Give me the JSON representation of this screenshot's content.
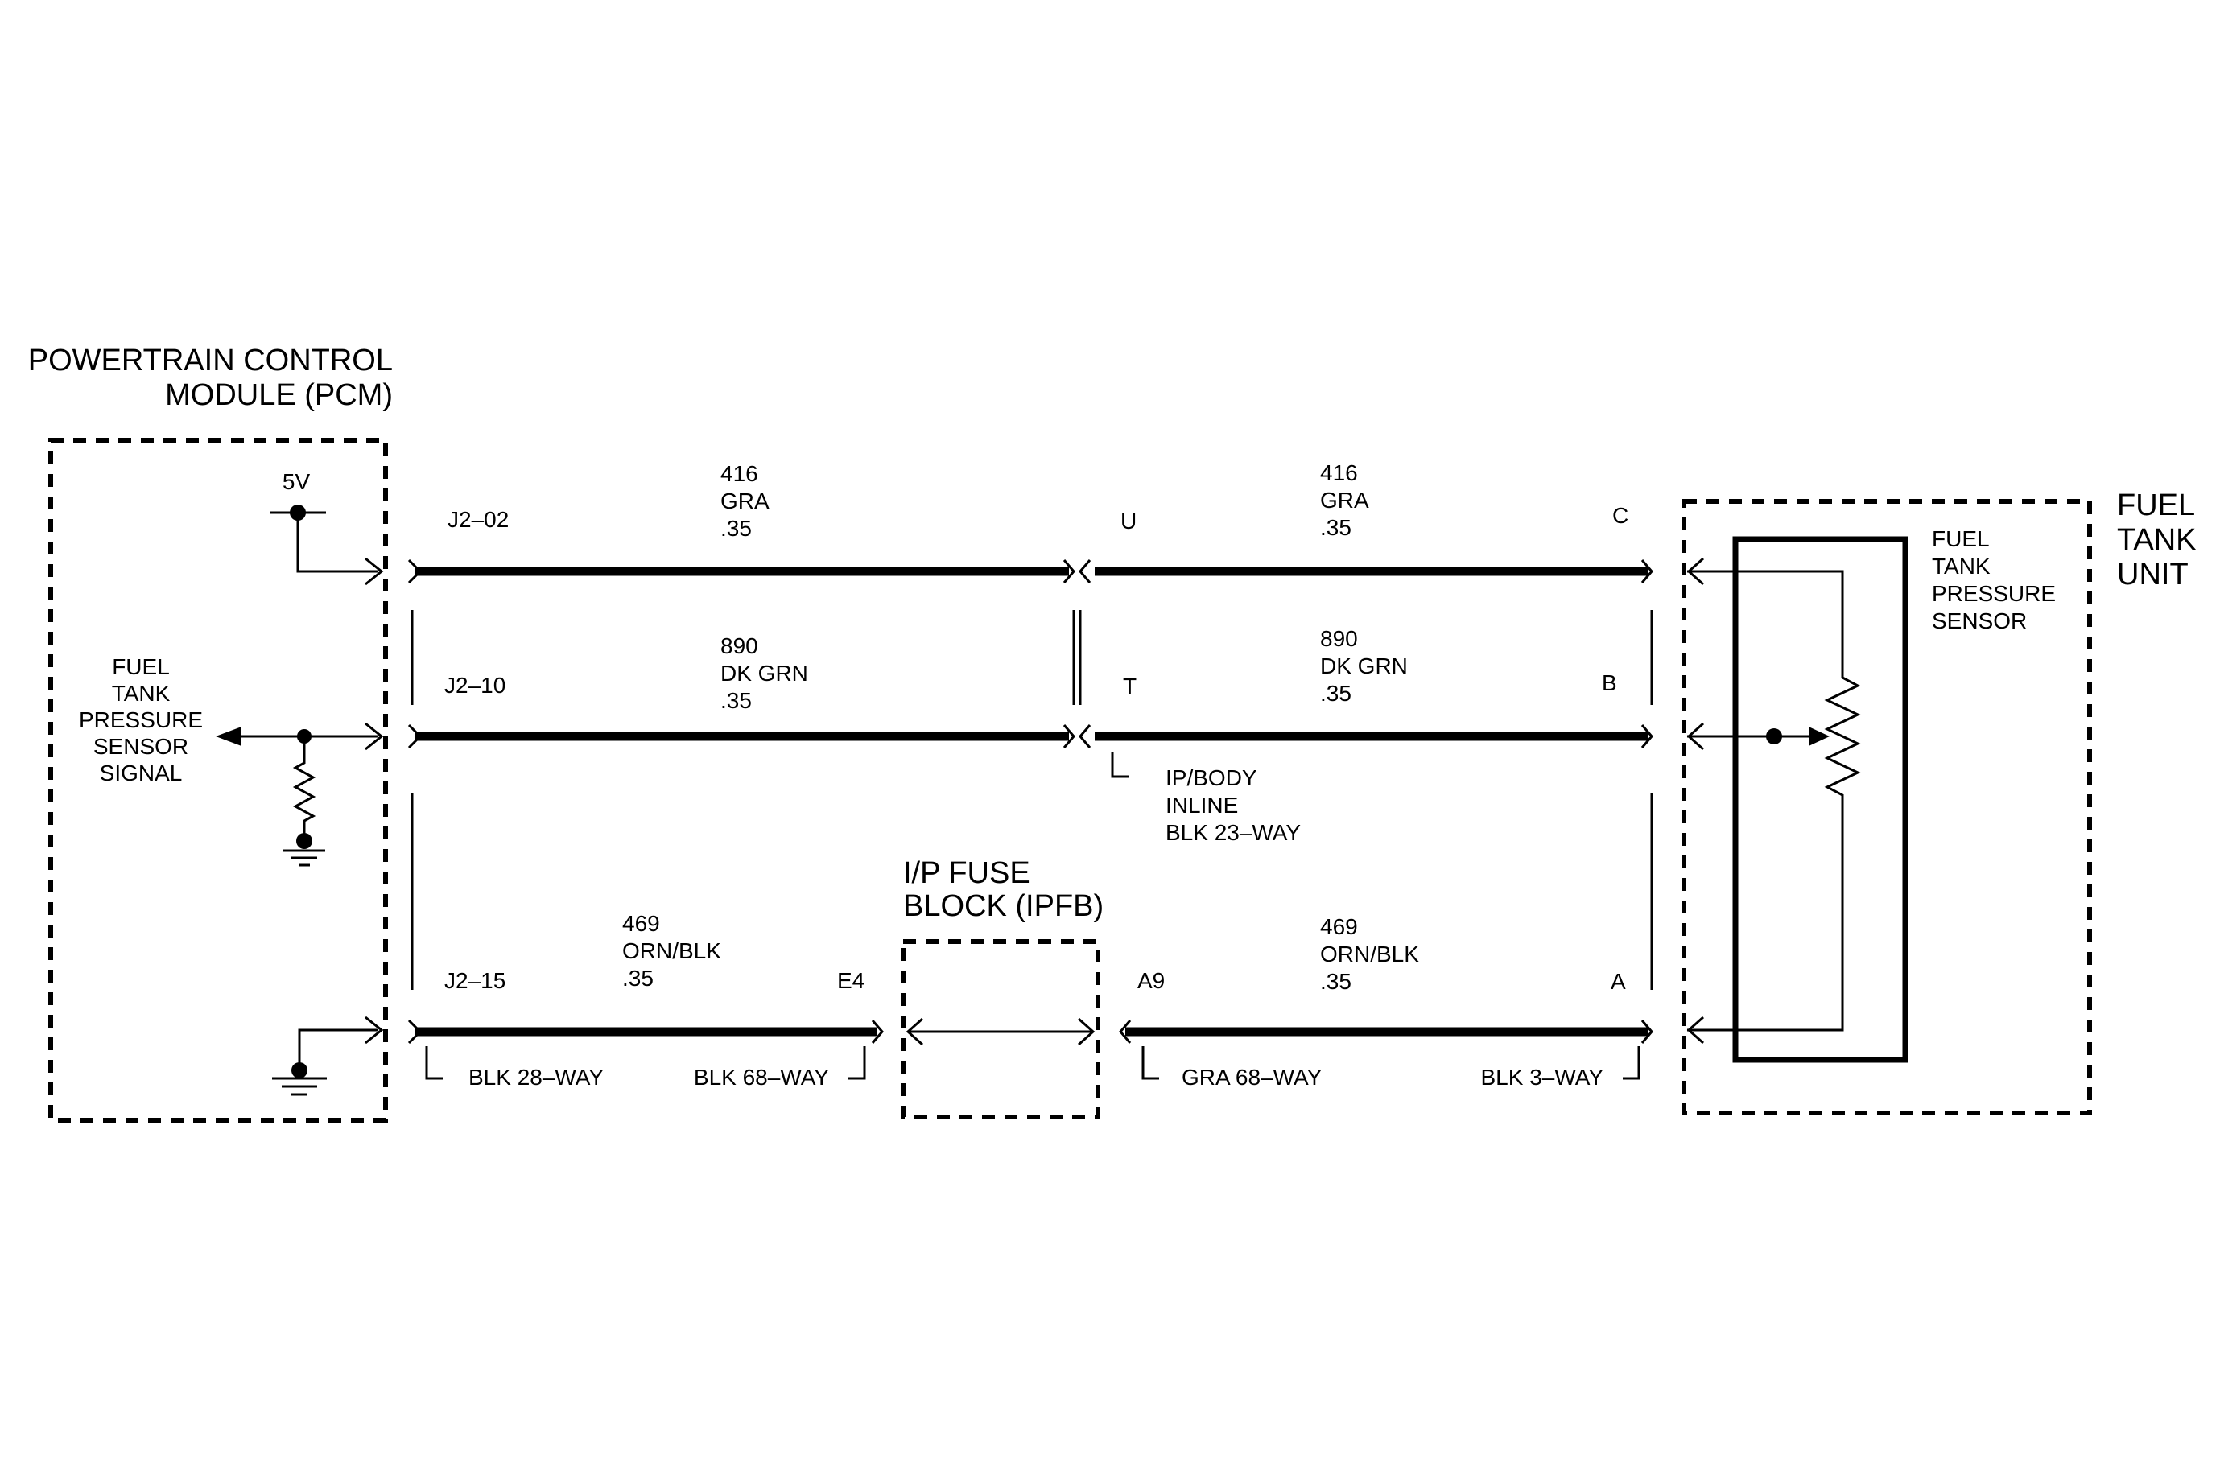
{
  "pcm": {
    "title_line1": "POWERTRAIN CONTROL",
    "title_line2": "MODULE (PCM)",
    "supply": "5V",
    "signal_lines": [
      "FUEL",
      "TANK",
      "PRESSURE",
      "SENSOR",
      "SIGNAL"
    ]
  },
  "fuel_tank_unit": {
    "title_lines": [
      "FUEL",
      "TANK",
      "UNIT"
    ],
    "sensor_lines": [
      "FUEL",
      "TANK",
      "PRESSURE",
      "SENSOR"
    ]
  },
  "ipfb": {
    "title_line1": "I/P FUSE",
    "title_line2": "BLOCK (IPFB)"
  },
  "circuits": {
    "c416": {
      "left_pin": "J2–02",
      "left_wire": [
        "416",
        "GRA",
        ".35"
      ],
      "mid_pin": "U",
      "right_wire": [
        "416",
        "GRA",
        ".35"
      ],
      "right_pin": "C"
    },
    "c890": {
      "left_pin": "J2–10",
      "left_wire": [
        "890",
        "DK GRN",
        ".35"
      ],
      "mid_pin": "T",
      "right_wire": [
        "890",
        "DK GRN",
        ".35"
      ],
      "right_pin": "B"
    },
    "c469": {
      "left_pin": "J2–15",
      "left_wire": [
        "469",
        "ORN/BLK",
        ".35"
      ],
      "left_end_pin": "E4",
      "right_start_pin": "A9",
      "right_wire": [
        "469",
        "ORN/BLK",
        ".35"
      ],
      "right_pin": "A"
    }
  },
  "connectors": {
    "inline_lines": [
      "IP/BODY",
      "INLINE",
      "BLK 23–WAY"
    ],
    "pcm_connector": "BLK 28–WAY",
    "ipfb_left_connector": "BLK 68–WAY",
    "ipfb_right_connector": "GRA 68–WAY",
    "sensor_connector": "BLK 3–WAY"
  }
}
